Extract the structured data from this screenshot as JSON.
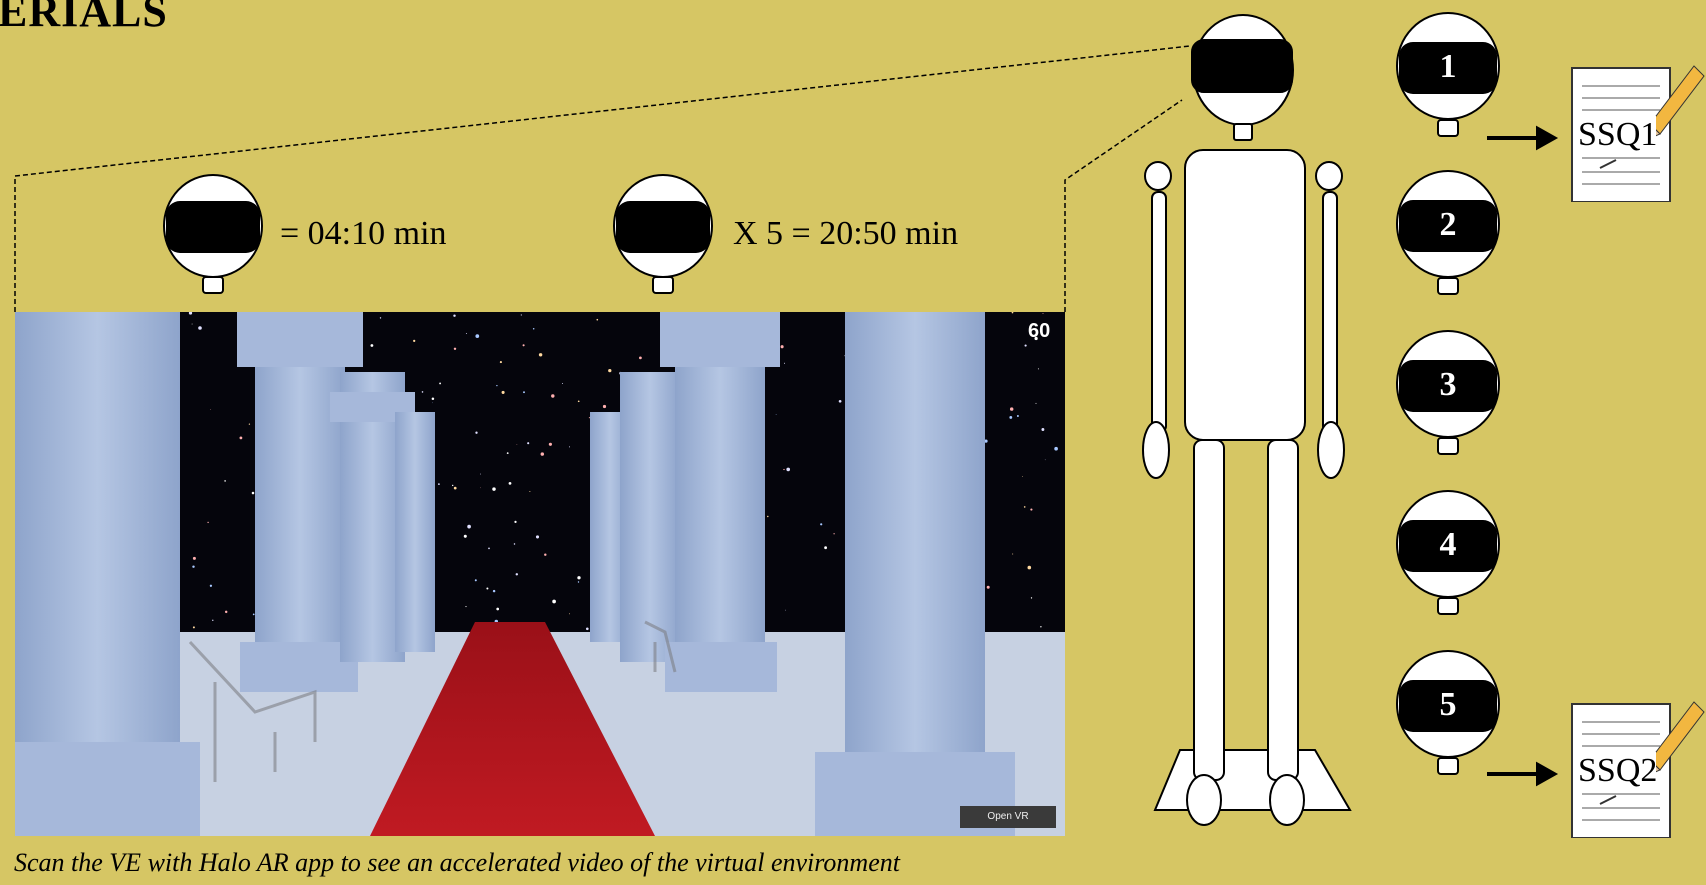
{
  "title": "ERIALS",
  "formula_single": "= 04:10 min",
  "formula_total": "X 5 = 20:50 min",
  "sessions": [
    {
      "label": "1"
    },
    {
      "label": "2"
    },
    {
      "label": "3"
    },
    {
      "label": "4"
    },
    {
      "label": "5"
    }
  ],
  "questionnaires": {
    "first": "SSQ1",
    "second": "SSQ2"
  },
  "scene": {
    "fps": "60",
    "open_vr_label": "Open VR"
  },
  "caption": "Scan the VE with Halo AR app to see an accelerated video of the virtual environment",
  "colors": {
    "background": "#d6c664",
    "carpet": "#b0141a",
    "pillar": "#9fb4d6",
    "floor": "#c7d1e2"
  }
}
